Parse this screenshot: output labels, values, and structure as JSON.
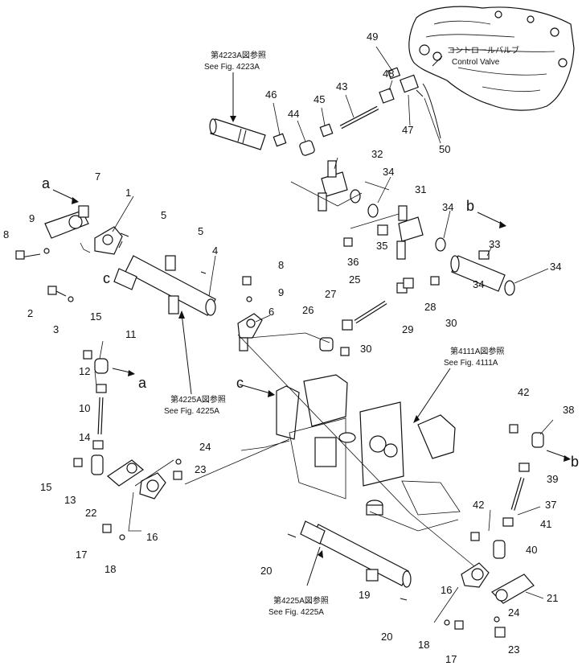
{
  "references": [
    {
      "id": "ref-4223A-jp",
      "text": "第4223A図参照"
    },
    {
      "id": "ref-4223A-en",
      "text": "See Fig. 4223A"
    },
    {
      "id": "ref-4225A-1-jp",
      "text": "第4225A図参照"
    },
    {
      "id": "ref-4225A-1-en",
      "text": "See Fig. 4225A"
    },
    {
      "id": "ref-4111A-jp",
      "text": "第4111A図参照"
    },
    {
      "id": "ref-4111A-en",
      "text": "See Fig. 4111A"
    },
    {
      "id": "ref-4225A-2-jp",
      "text": "第4225A図参照"
    },
    {
      "id": "ref-4225A-2-en",
      "text": "See Fig. 4225A"
    },
    {
      "id": "cv-jp",
      "text": "コントロールバルブ"
    },
    {
      "id": "cv-en",
      "text": "Control Valve"
    }
  ],
  "letters": [
    "a",
    "a",
    "b",
    "b",
    "c",
    "c"
  ],
  "part_numbers": [
    "1",
    "2",
    "3",
    "4",
    "5",
    "5",
    "6",
    "7",
    "8",
    "8",
    "9",
    "9",
    "10",
    "11",
    "12",
    "13",
    "14",
    "15",
    "15",
    "16",
    "16",
    "17",
    "17",
    "18",
    "18",
    "19",
    "20",
    "20",
    "21",
    "22",
    "23",
    "23",
    "24",
    "24",
    "25",
    "26",
    "27",
    "28",
    "29",
    "30",
    "30",
    "31",
    "32",
    "33",
    "34",
    "34",
    "34",
    "34",
    "35",
    "36",
    "37",
    "38",
    "39",
    "40",
    "41",
    "42",
    "42",
    "43",
    "44",
    "45",
    "46",
    "47",
    "48",
    "49",
    "50"
  ]
}
